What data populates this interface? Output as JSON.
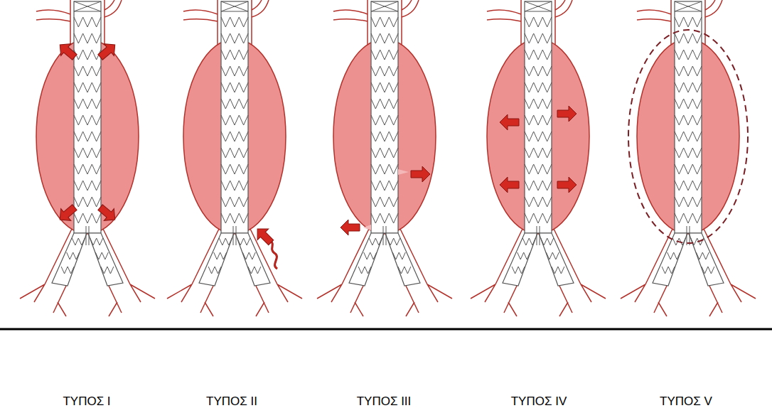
{
  "diagram": {
    "labels": [
      "ΤΥΠΟΣ I",
      "ΤΥΠΟΣ II",
      "ΤΥΠΟΣ III",
      "ΤΥΠΟΣ IV",
      "ΤΥΠΟΣ V"
    ]
  }
}
